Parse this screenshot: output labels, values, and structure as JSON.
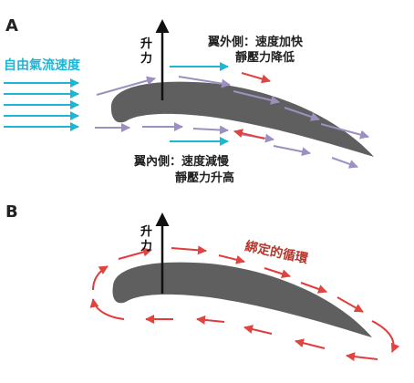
{
  "panel_a": {
    "letter": "A",
    "lift_chars": [
      "升",
      "力"
    ],
    "freestream_label": "自由氣流速度",
    "upper_line1": "翼外側：速度加快",
    "upper_line2": "靜壓力降低",
    "lower_line1": "翼內側：速度減慢",
    "lower_line2": "靜壓力升高"
  },
  "panel_b": {
    "letter": "B",
    "lift_chars": [
      "升",
      "力"
    ],
    "circulation_label": "綁定的循環"
  },
  "colors": {
    "freestream": "#1fb6d6",
    "streamline": "#9d8fbf",
    "pressure": "#e0443f",
    "circulation": "#e23b3b",
    "circulation_text": "#b5352a",
    "airfoil": "#5f5f5f",
    "lift": "#111111"
  }
}
